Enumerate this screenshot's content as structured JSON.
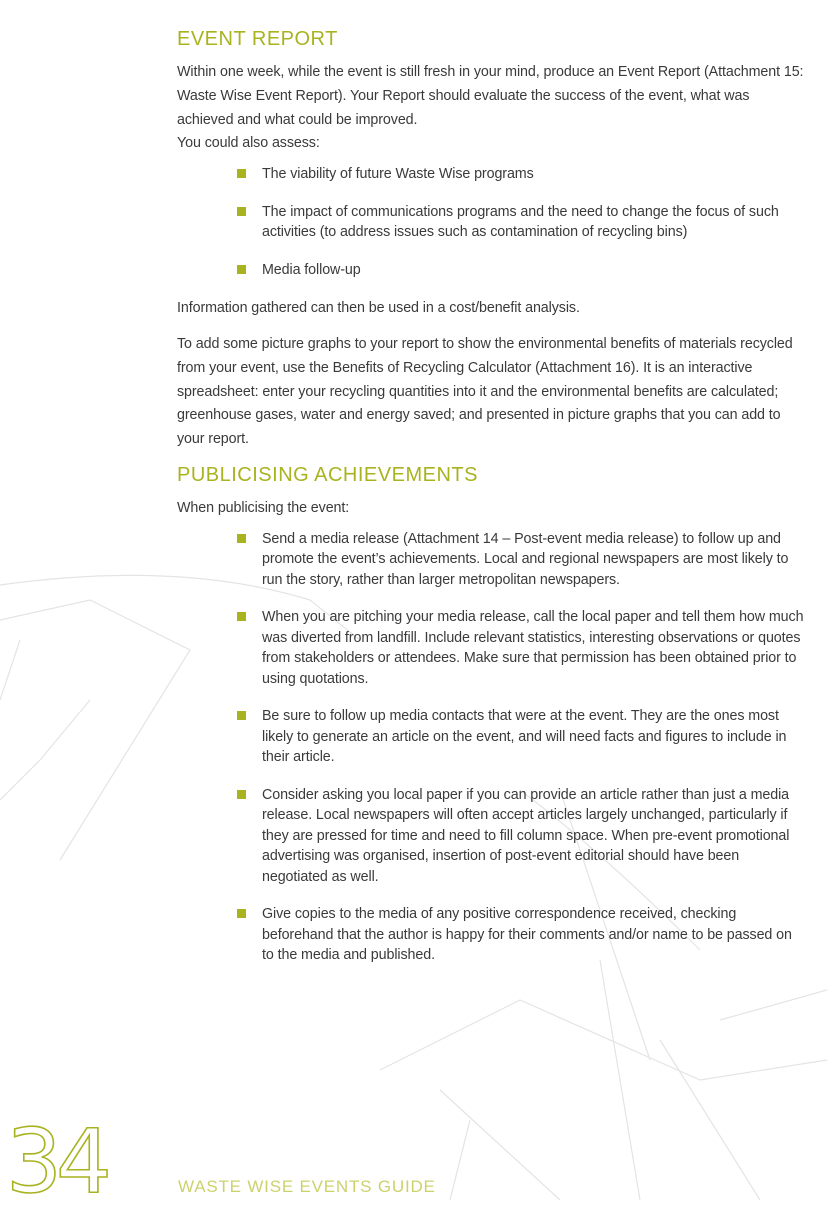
{
  "section1": {
    "heading": "EVENT REPORT",
    "intro": "Within one week, while the event is still fresh in your mind, produce an Event Report (Attachment 15: Waste Wise Event Report). Your Report should evaluate the success of the event, what was achieved and what could be improved.",
    "assess_line": "You could also assess:",
    "bullets": [
      "The viability of future Waste Wise programs",
      "The impact of communications programs and the need to change the focus of such activities (to address issues such as contamination of recycling bins)",
      "Media follow-up"
    ],
    "para2": "Information gathered can then be used in a cost/benefit analysis.",
    "para3": "To add some picture graphs to your report to show the environmental benefits of materials recycled from your event, use the Benefits of Recycling Calculator (Attachment 16). It is an interactive spreadsheet: enter your recycling quantities into it and the environmental benefits are calculated; greenhouse gases, water and energy saved; and presented in picture graphs that you can add to your report."
  },
  "section2": {
    "heading": "PUBLICISING ACHIEVEMENTS",
    "intro": "When publicising the event:",
    "bullets": [
      "Send a media release (Attachment 14 – Post-event media release) to follow up and promote the event’s achievements. Local and regional newspapers are most likely to run the story, rather than larger metropolitan newspapers.",
      "When you are pitching your media release, call the local paper and tell them how much was diverted from landfill. Include relevant statistics, interesting observations or quotes from stakeholders or attendees. Make sure that permission has been obtained prior to using quotations.",
      "Be sure to follow up media contacts that were at the event. They are the ones most likely to generate an article on the event, and will need facts and figures to include in their article.",
      "Consider asking you local paper if you can provide an article rather than just a media release. Local newspapers will often accept articles largely unchanged, particularly if they are pressed for time and need to fill column space. When pre-event promotional advertising was organised, insertion of post-event editorial should have been negotiated as well.",
      "Give copies to the media of any positive correspondence received, checking beforehand that the author is happy for their comments and/or name to be passed on to the media and published."
    ]
  },
  "footer": {
    "page_number": "34",
    "guide_title": "WASTE WISE EVENTS GUIDE"
  },
  "colors": {
    "accent": "#a9b320",
    "text": "#3a3a3a",
    "watermark": "#e6e6e6"
  }
}
